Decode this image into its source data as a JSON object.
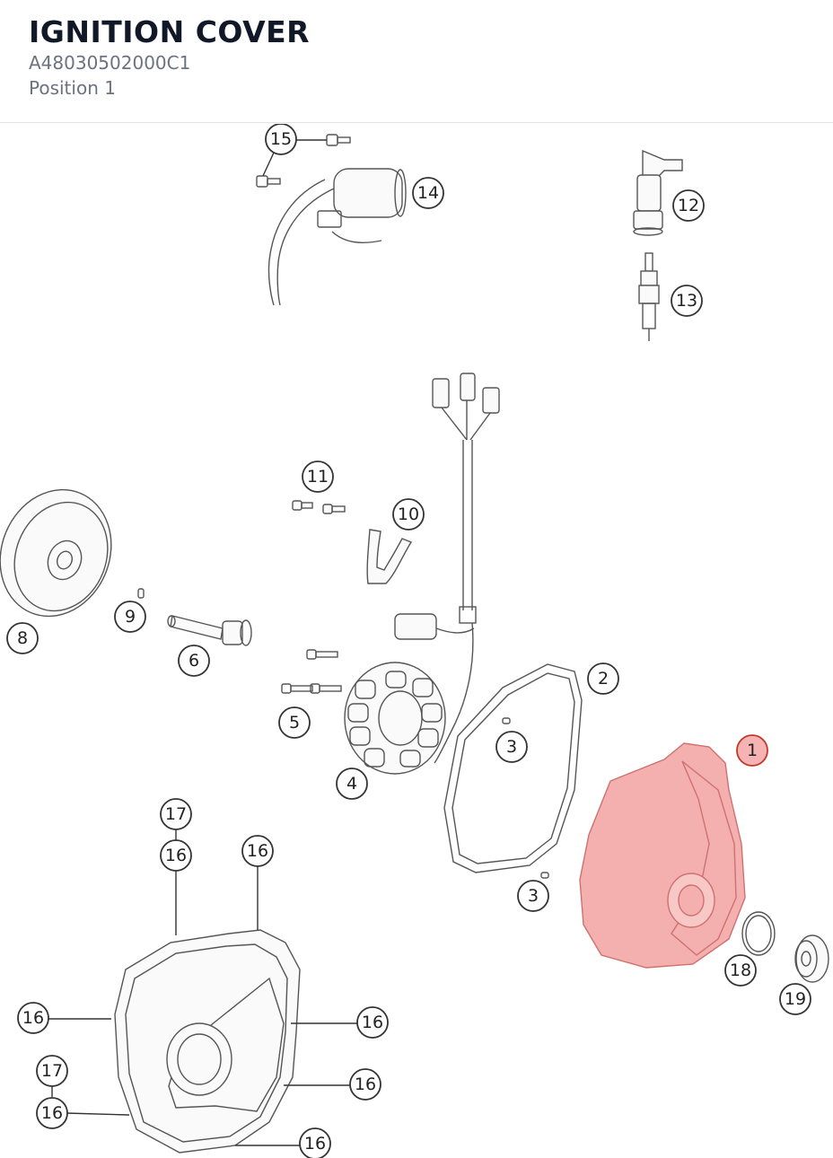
{
  "header": {
    "title": "IGNITION COVER",
    "part_number": "A48030502000C1",
    "position": "Position 1"
  },
  "diagram": {
    "selected_label": "1",
    "highlight_color": "#f3b0ae",
    "callouts": {
      "c1": "1",
      "c2": "2",
      "c3a": "3",
      "c3b": "3",
      "c4": "4",
      "c5": "5",
      "c6": "6",
      "c8": "8",
      "c9": "9",
      "c10": "10",
      "c11": "11",
      "c12": "12",
      "c13": "13",
      "c14": "14",
      "c15": "15",
      "c16a": "16",
      "c16b": "16",
      "c16c": "16",
      "c16d": "16",
      "c16e": "16",
      "c16f": "16",
      "c16g": "16",
      "c17a": "17",
      "c17b": "17",
      "c18": "18",
      "c19": "19"
    }
  }
}
